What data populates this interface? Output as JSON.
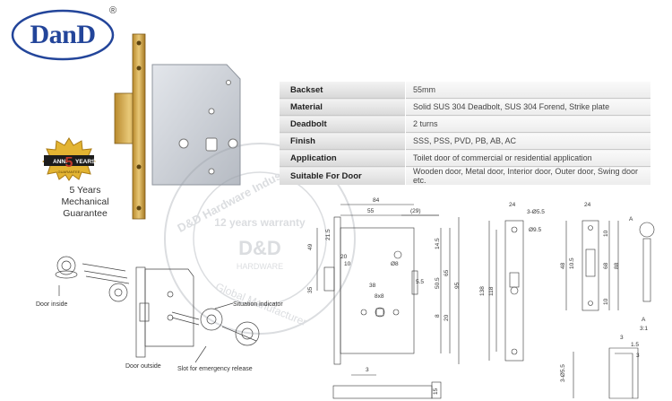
{
  "brand": {
    "logo_text": "DanD",
    "registered_mark": "®"
  },
  "warranty": {
    "badge_left": "ANNI",
    "badge_number": "5",
    "badge_right": "YEARS",
    "badge_bottom": "GUARANTEE",
    "line1": "5 Years",
    "line2": "Mechanical",
    "line3": "Guarantee"
  },
  "watermark": {
    "company": "D&D Hardware Industrial Co.,Ltd",
    "warranty": "12 years warranty",
    "brand": "D&D",
    "sub": "HARDWARE",
    "bottom": "Global Manufacturer"
  },
  "specs": [
    {
      "label": "Backset",
      "value": "55mm"
    },
    {
      "label": "Material",
      "value": "Solid SUS 304 Deadbolt, SUS 304 Forend, Strike plate"
    },
    {
      "label": "Deadbolt",
      "value": "2 turns"
    },
    {
      "label": "Finish",
      "value": "SSS, PSS, PVD, PB, AB, AC"
    },
    {
      "label": "Application",
      "value": "Toilet door of commercial or residential application"
    },
    {
      "label": "Suitable For Door",
      "value": "Wooden door, Metal door,  Interior door, Outer door, Swing door etc."
    }
  ],
  "exploded_labels": {
    "door_inside": "Door inside",
    "situation_indicator": "Situation indicator",
    "door_outside": "Door outside",
    "slot": "Slot for emergency release"
  },
  "dimensions": {
    "top_width": "84",
    "backset": "55",
    "offset": "(29)",
    "d49": "49",
    "d21_5": "21.5",
    "d20": "20",
    "d10": "10",
    "d35": "35",
    "d8": "Ø8",
    "d38": "38",
    "d8x8": "8x8",
    "d14_5": "14.5",
    "d50_5": "50.5",
    "d65": "65",
    "d95": "95",
    "d8b": "8",
    "d20b": "20",
    "d5_5": "5.5",
    "d138": "138",
    "d118": "118",
    "front_24": "24",
    "front_holes": "3-Ø5.5",
    "front_9_5": "Ø9.5",
    "strike_24": "24",
    "strike_10": "10",
    "strike_48": "48",
    "strike_10_5": "10.5",
    "strike_68": "68",
    "strike_88": "88",
    "strike_10b": "10",
    "view_a": "A",
    "view_a2": "A",
    "scale": "3:1",
    "small_3": "3",
    "small_1_5": "1.5",
    "small_3b": "3",
    "small_d5_5": "3-Ø5.5",
    "bottom_3": "3",
    "bottom_15": "15"
  }
}
